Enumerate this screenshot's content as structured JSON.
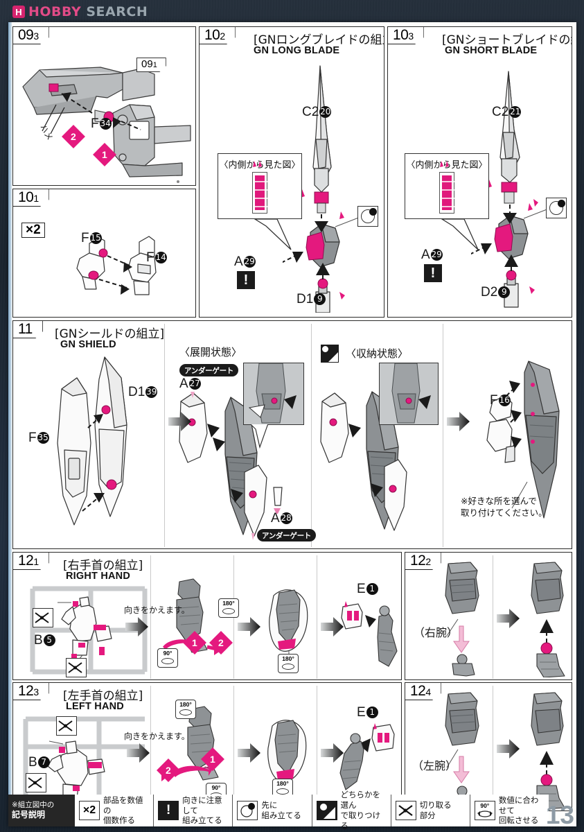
{
  "watermark": {
    "badge": "H",
    "brand_1": "HOBBY",
    "brand_2": "SEARCH"
  },
  "page": {
    "number": "13"
  },
  "panels": [
    {
      "id": "09-3",
      "step_main": "09",
      "step_sub": "3",
      "title_jp": "",
      "title_en": "",
      "tags": [
        {
          "main": "09",
          "sub": "1"
        }
      ],
      "parts": [
        {
          "code": "F",
          "num": "34"
        }
      ],
      "markers": [
        "1",
        "2"
      ]
    },
    {
      "id": "10-1",
      "step_main": "10",
      "step_sub": "1",
      "title_jp": "",
      "title_en": "",
      "multiplier": "×2",
      "parts": [
        {
          "code": "F",
          "num": "15"
        },
        {
          "code": "F",
          "num": "14"
        }
      ]
    },
    {
      "id": "10-2",
      "step_main": "10",
      "step_sub": "2",
      "title_jp": "[GNロングブレイドの組立]",
      "title_en": "GN LONG BLADE",
      "callout": "〈内側から見た図〉",
      "parts": [
        {
          "code": "C2",
          "num": "20"
        },
        {
          "code": "A",
          "num": "29"
        },
        {
          "code": "D1",
          "num": "9"
        }
      ],
      "warn": "!"
    },
    {
      "id": "10-3",
      "step_main": "10",
      "step_sub": "3",
      "title_jp": "[GNショートブレイドの組立]",
      "title_en": "GN SHORT BLADE",
      "callout": "〈内側から見た図〉",
      "parts": [
        {
          "code": "C2",
          "num": "21"
        },
        {
          "code": "A",
          "num": "29"
        },
        {
          "code": "D2",
          "num": "9"
        }
      ],
      "warn": "!"
    },
    {
      "id": "11",
      "step_main": "11",
      "step_sub": "",
      "title_jp": "[GNシールドの組立]",
      "title_en": "GN SHIELD",
      "parts": [
        {
          "code": "F",
          "num": "35"
        },
        {
          "code": "D1",
          "num": "39"
        },
        {
          "code": "A",
          "num": "27"
        },
        {
          "code": "A",
          "num": "28"
        },
        {
          "code": "F",
          "num": "16"
        }
      ],
      "state_open": "〈展開状態〉",
      "state_closed": "〈収納状態〉",
      "gate_label": "アンダーゲート",
      "note": "※好きな所を選んで\n取り付けてください。"
    },
    {
      "id": "12-1",
      "step_main": "12",
      "step_sub": "1",
      "title_jp": "[右手首の組立]",
      "title_en": "RIGHT HAND",
      "parts": [
        {
          "code": "B",
          "num": "5"
        },
        {
          "code": "E",
          "num": "1"
        }
      ],
      "hint": "向きをかえます。",
      "rot_labels": [
        "90°",
        "180°",
        "180°"
      ],
      "markers": [
        "1",
        "2"
      ]
    },
    {
      "id": "12-2",
      "step_main": "12",
      "step_sub": "2",
      "title_jp": "",
      "title_en": "",
      "arm_label": "（右腕）"
    },
    {
      "id": "12-3",
      "step_main": "12",
      "step_sub": "3",
      "title_jp": "[左手首の組立]",
      "title_en": "LEFT HAND",
      "parts": [
        {
          "code": "B",
          "num": "7"
        },
        {
          "code": "E",
          "num": "1"
        }
      ],
      "hint": "向きをかえます。",
      "rot_labels": [
        "180°",
        "90°",
        "180°"
      ],
      "markers": [
        "2",
        "1"
      ]
    },
    {
      "id": "12-4",
      "step_main": "12",
      "step_sub": "4",
      "title_jp": "",
      "title_en": "",
      "arm_label": "（左腕）"
    }
  ],
  "legend": {
    "head_line1": "※組立図中の",
    "head_line2": "記号説明",
    "items": [
      {
        "icon": "x2-icon",
        "icon_text": "×2",
        "text": "部品を数値の\n個数作る"
      },
      {
        "icon": "warning-icon",
        "icon_text": "!",
        "text": "向きに注意して\n組み立てる"
      },
      {
        "icon": "first-assemble-icon",
        "icon_text": "",
        "text": "先に\n組み立てる"
      },
      {
        "icon": "choose-one-icon",
        "icon_text": "",
        "text": "どちらかを選ん\nで取りつける"
      },
      {
        "icon": "nipper-icon",
        "icon_text": "",
        "text": "切り取る\n部分"
      },
      {
        "icon": "rotate-icon",
        "icon_text": "90°",
        "text": "数値に合わせて\n回転させる"
      }
    ]
  }
}
